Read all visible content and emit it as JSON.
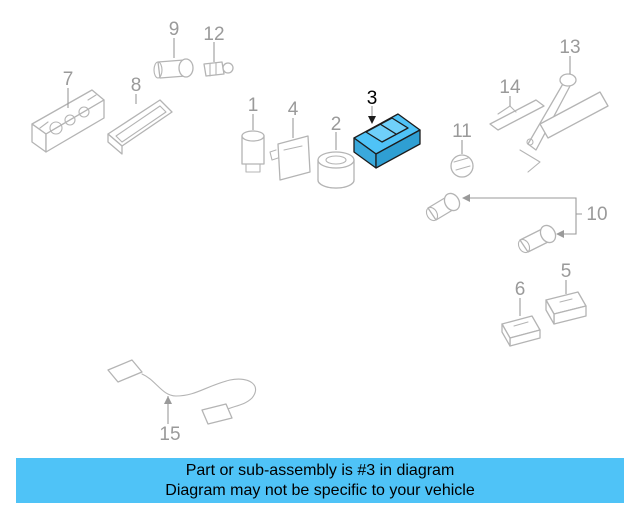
{
  "diagram": {
    "callouts": [
      "1",
      "2",
      "3",
      "4",
      "5",
      "6",
      "7",
      "8",
      "9",
      "10",
      "11",
      "12",
      "13",
      "14",
      "15"
    ],
    "highlighted_callout": "3",
    "highlight_color": "#4fc3f7",
    "line_color": "#b4b4b4"
  },
  "banner": {
    "line1": "Part or sub-assembly is #3 in diagram",
    "line2": "Diagram may not be specific to your vehicle",
    "background": "#4fc3f7"
  }
}
